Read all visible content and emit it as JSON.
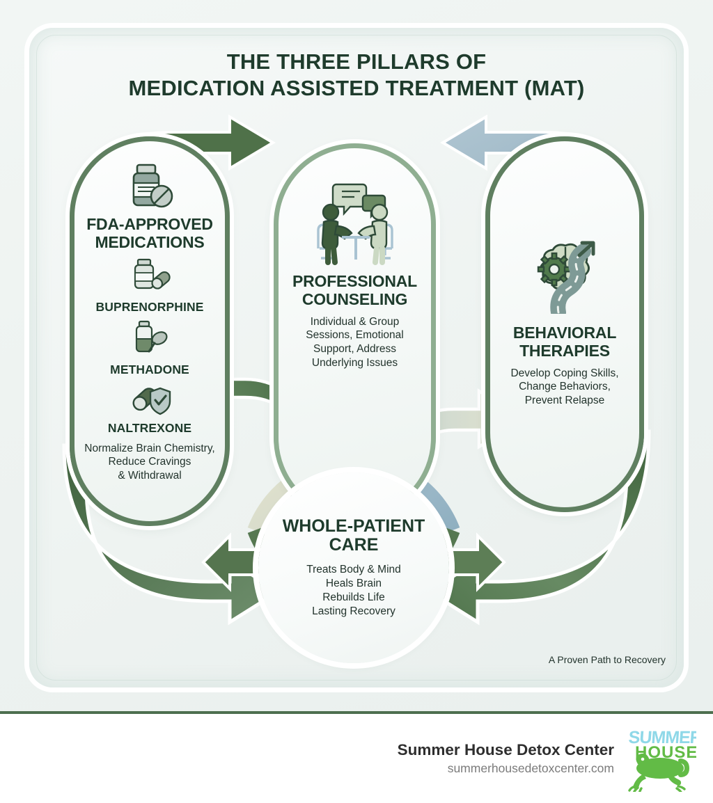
{
  "title": {
    "line1": "THE THREE PILLARS OF",
    "line2": "MEDICATION ASSISTED TREATMENT (MAT)"
  },
  "pillars": [
    {
      "id": "fda-approved-medications",
      "icon": "pill-bottle-icon",
      "title_line1": "FDA-APPROVED",
      "title_line2": "MEDICATIONS",
      "medications": [
        {
          "icon": "medicine-bottle-capsule-icon",
          "name": "BUPRENORPHINE"
        },
        {
          "icon": "liquid-bottle-spoon-icon",
          "name": "METHADONE"
        },
        {
          "icon": "capsule-shield-check-icon",
          "name": "NALTREXONE"
        }
      ],
      "desc_lines": [
        "Normalize Brain Chemistry,",
        "Reduce Cravings",
        "& Withdrawal"
      ]
    },
    {
      "id": "professional-counseling",
      "icon": "counseling-session-icon",
      "title_line1": "PROFESSIONAL",
      "title_line2": "COUNSELING",
      "desc_lines": [
        "Individual & Group",
        "Sessions, Emotional",
        "Support, Address",
        "Underlying Issues"
      ]
    },
    {
      "id": "behavioral-therapies",
      "icon": "brain-gear-road-icon",
      "title_line1": "BEHAVIORAL",
      "title_line2": "THERAPIES",
      "desc_lines": [
        "Develop Coping Skills,",
        "Change Behaviors,",
        "Prevent Relapse"
      ]
    }
  ],
  "center_circle": {
    "title_line1": "WHOLE-PATIENT",
    "title_line2": "CARE",
    "desc_lines": [
      "Treats Body & Mind",
      "Heals Brain",
      "Rebuilds Life",
      "Lasting Recovery"
    ]
  },
  "tagline": "A Proven Path to Recovery",
  "footer": {
    "brand_name": "Summer House Detox Center",
    "brand_url": "summerhousedetoxcenter.com",
    "logo_text_top": "SUMMER",
    "logo_text_bottom": "HOUSE",
    "logo_icon": "frog-logo-icon"
  },
  "colors": {
    "dark_green": "#1e3b2c",
    "pillar_border": "#5f7f60",
    "center_pillar_border": "#8fae91",
    "arrow_green": "#55754f",
    "arrow_blue": "#a4bcc9",
    "arrow_beige": "#dcdcc8",
    "divider": "#4d6f4f",
    "logo_green": "#62bb46",
    "logo_blue": "#8fd8e8",
    "panel_bg": "#eef3f1"
  }
}
